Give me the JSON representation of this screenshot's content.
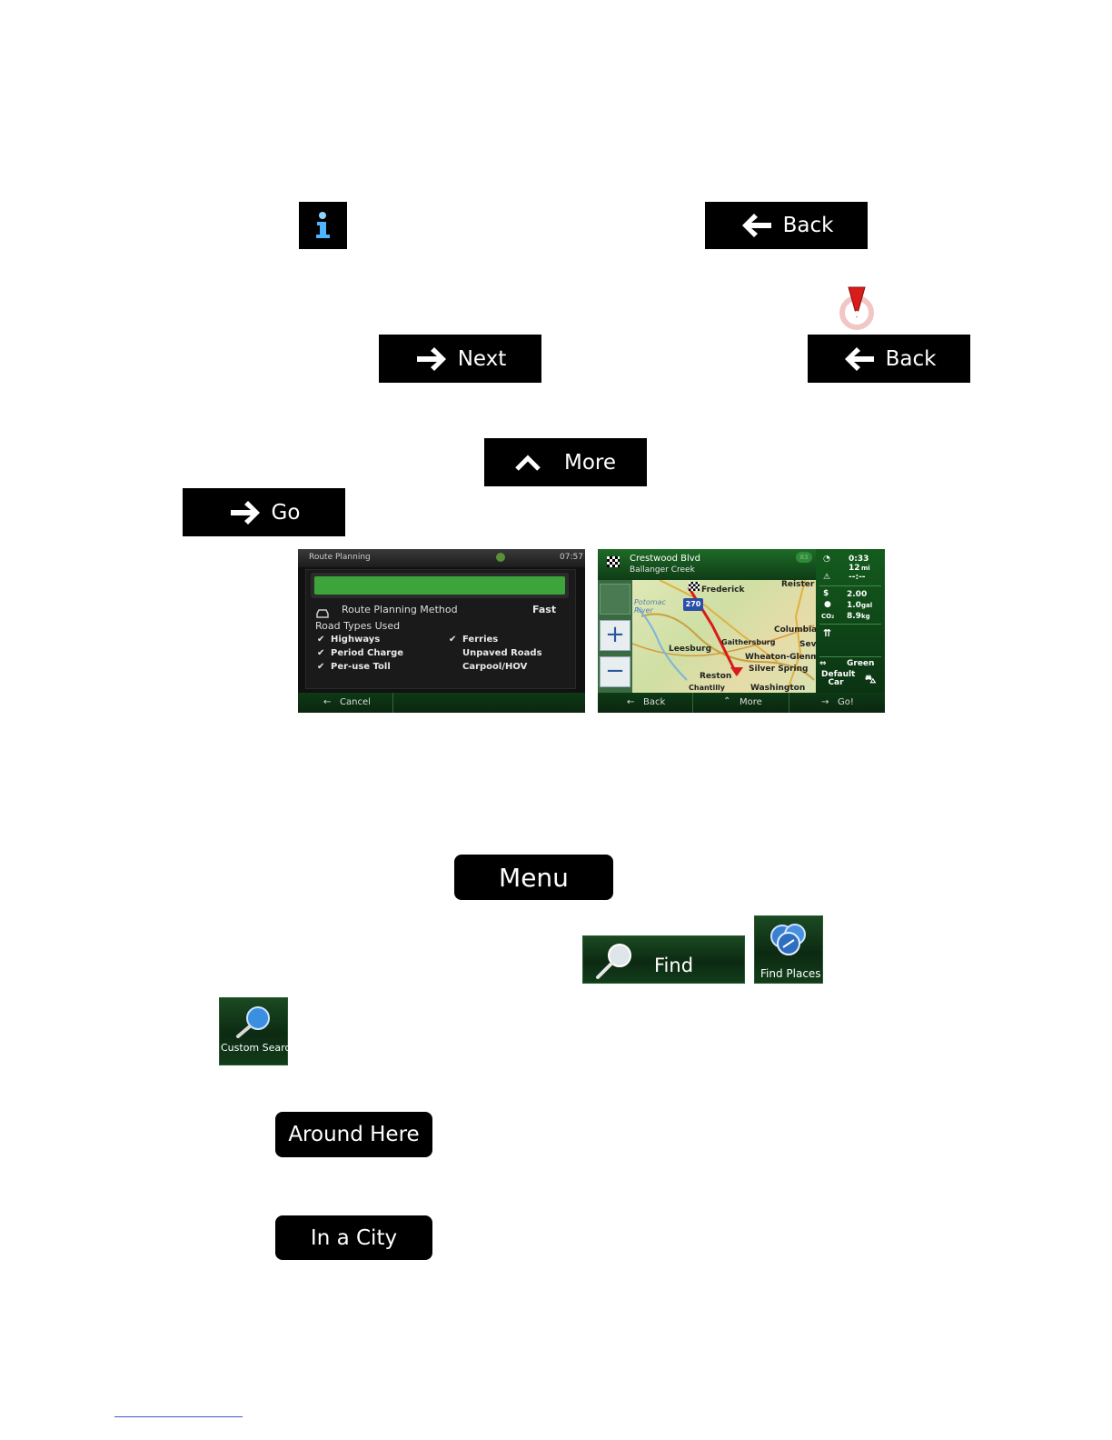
{
  "buttons": {
    "back_1": "Back",
    "next": "Next",
    "back_2": "Back",
    "more": "More",
    "go": "Go",
    "menu": "Menu",
    "find": "Find",
    "find_places": "Find Places",
    "custom_search": "Custom Search",
    "around_here": "Around Here",
    "in_a_city": "In a City"
  },
  "route_planning_screen": {
    "title": "Route Planning",
    "time": "07:57",
    "method_label": "Route Planning Method",
    "method_value": "Fast",
    "road_types_label": "Road Types Used",
    "road_types": [
      {
        "label": "Highways",
        "checked": true
      },
      {
        "label": "Period Charge",
        "checked": true
      },
      {
        "label": "Per-use Toll",
        "checked": true
      },
      {
        "label": "Ferries",
        "checked": true
      },
      {
        "label": "Unpaved Roads",
        "checked": false
      },
      {
        "label": "Carpool/HOV",
        "checked": false
      }
    ],
    "cancel": "Cancel"
  },
  "map_screen": {
    "street": "Crestwood Blvd",
    "area": "Ballanger Creek",
    "route_badge": "83",
    "highway_shield": "270",
    "places": [
      "Frederick",
      "Reister",
      "Potomac River",
      "Columbia",
      "Leesburg",
      "Gaithersburg",
      "Sev",
      "Wheaton-Glenm",
      "Silver Spring",
      "Reston",
      "Chantilly",
      "Washington"
    ],
    "time": "0:33",
    "distance_value": "12",
    "distance_unit": "mi",
    "eta": "--:--",
    "cost_value": "2.00",
    "cost_unit": "$",
    "fuel_value": "1.0",
    "fuel_unit": "gal",
    "co2_label": "CO₂",
    "co2_value": "8.9",
    "co2_unit": "kg",
    "route_type": "Green",
    "vehicle": "Default Car",
    "back": "Back",
    "more": "More",
    "go": "Go!"
  },
  "icon_colors": {
    "info": "#4fb3ff",
    "pin": "#d81b1b",
    "green_bar": "#3ca43a"
  }
}
